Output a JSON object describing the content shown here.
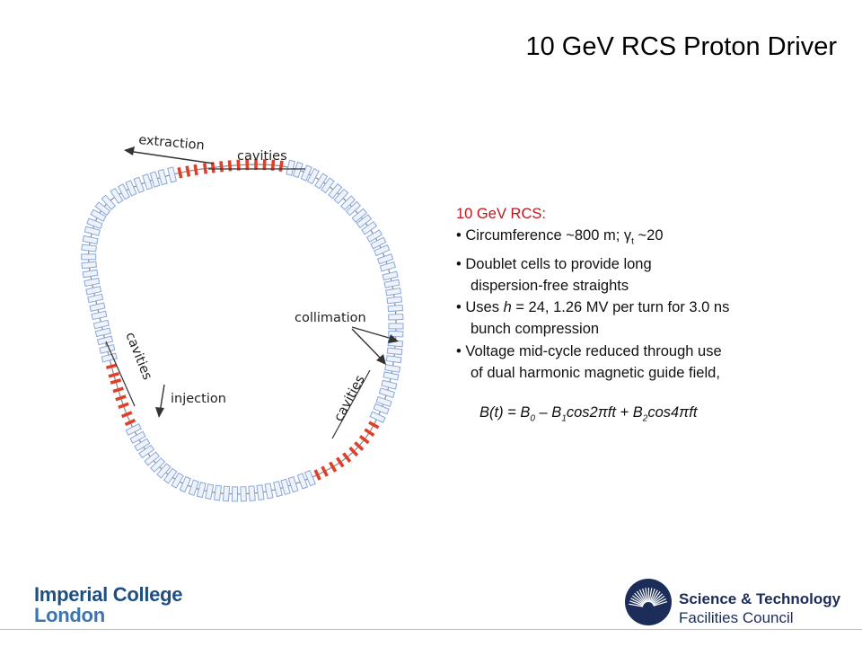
{
  "slide": {
    "title": "10 GeV RCS Proton Driver"
  },
  "diagram": {
    "label_extraction": "extraction",
    "label_cavities_top": "cavities",
    "label_collimation": "collimation",
    "label_cavities_left": "cavities",
    "label_injection": "injection",
    "label_cavities_right": "cavities",
    "colors": {
      "magnet_blue": "#8ca8d8",
      "cavity_red": "#e0402a",
      "beam_line": "#888888"
    }
  },
  "content": {
    "heading": "10 GeV RCS:",
    "circumference": "Circumference ~800 m; γ",
    "gamma_sub": "t",
    "gamma_value": " ~20",
    "doublet_1": "Doublet cells to provide long",
    "doublet_2": "dispersion-free straights",
    "uses_prefix": "Uses ",
    "uses_h": "h",
    "uses_rest": " = 24, 1.26 MV per turn for 3.0 ns",
    "uses_2": "bunch compression",
    "voltage_1": "Voltage mid-cycle reduced through use",
    "voltage_2": "of dual harmonic magnetic guide field,",
    "eq_lhs": "B(t) = B",
    "eq_sub0": "0",
    "eq_mid1": " – B",
    "eq_sub1": "1",
    "eq_mid2": "cos2πft + B",
    "eq_sub2": "2",
    "eq_end": "cos4πft"
  },
  "footer": {
    "imperial_line1": "Imperial College",
    "imperial_line2": "London",
    "stfc_line1": "Science & Technology",
    "stfc_line2": "Facilities Council"
  }
}
